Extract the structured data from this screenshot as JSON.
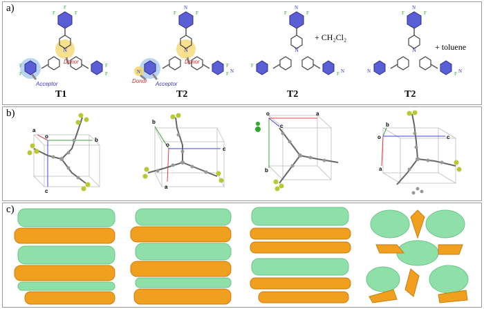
{
  "panels": [
    {
      "label": "a)"
    },
    {
      "label": "b)"
    },
    {
      "label": "c)"
    }
  ],
  "molecules": [
    {
      "name": "T1",
      "solvent": "",
      "tags": {
        "acceptor": "Acceptor",
        "donor_center": "Donor",
        "donor_left": ""
      }
    },
    {
      "name": "T2",
      "solvent": "",
      "tags": {
        "acceptor": "Acceptor",
        "donor_center": "Donor",
        "donor_left": "Donor"
      }
    },
    {
      "name": "T2",
      "solvent": "+ CH₂Cl₂",
      "tags": {
        "acceptor": "",
        "donor_center": "",
        "donor_left": ""
      }
    },
    {
      "name": "T2",
      "solvent": "+ toluene",
      "tags": {
        "acceptor": "",
        "donor_center": "",
        "donor_left": ""
      }
    }
  ],
  "atom_labels": {
    "fluorine": "F",
    "nitrogen": "N"
  },
  "axis_labels": {
    "a": "a",
    "b": "b",
    "c": "c",
    "o": "o"
  },
  "colors": {
    "acceptor_ring": "#5b5fd6",
    "acceptor_glow": "#9cc3ef",
    "donor_glow": "#f4c542",
    "fluorine": "#2e9e2e",
    "nitrogen": "#2c2ccf",
    "donor_text": "#d22a2a",
    "acceptor_text": "#3939c9",
    "packing_green": "#8fe0a8",
    "packing_orange": "#f0a01e"
  }
}
